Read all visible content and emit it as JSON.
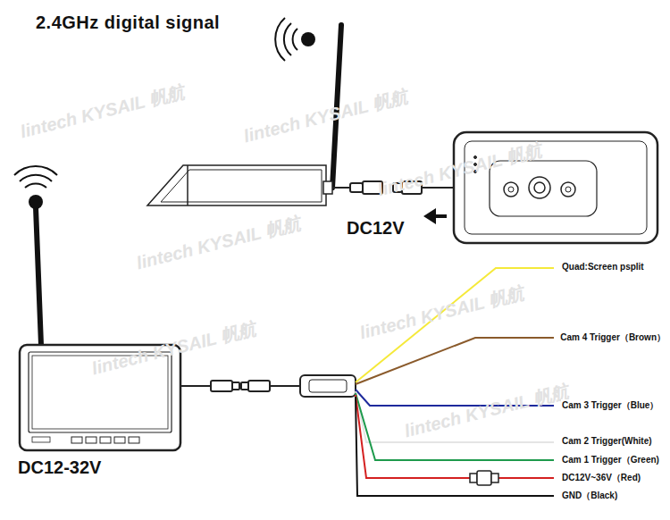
{
  "diagram": {
    "title": "2.4GHz digital signal",
    "labels": [
      "DC12V",
      "DC12-32V",
      "Quad:Screen psplit",
      "Cam 4 Trigger（Brown）",
      "Cam 3 Trigger（Blue）",
      "Cam 2 Trigger(White)",
      "Cam 1 Trigger（Green)",
      "DC12V~36V（Red)",
      "GND（Black)",
      "lintech KYSAIL 帆航",
      "lintech KYSAIL 帆航",
      "lintech KYSAIL 帆航",
      "lintech KYSAIL 帆航",
      "lintech KYSAIL 帆航",
      "lintech KYSAIL 帆航",
      "lintech KYSAIL 帆航"
    ]
  }
}
